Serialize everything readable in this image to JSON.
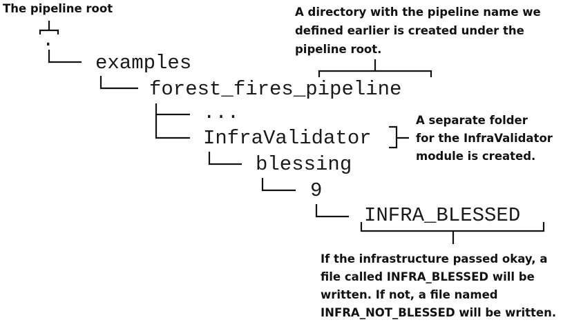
{
  "tree": {
    "root": ".",
    "examples": "examples",
    "pipeline": "forest_fires_pipeline",
    "ellipsis": "...",
    "infravalidator": "InfraValidator",
    "blessing": "blessing",
    "version": "9",
    "blessed_file": "INFRA_BLESSED"
  },
  "annotations": {
    "root": [
      "The pipeline root"
    ],
    "pipeline_dir": [
      "A directory with the pipeline name we",
      "defined earlier is created under the",
      "pipeline root."
    ],
    "infra_folder": [
      "A separate folder",
      "for the InfraValidator",
      "module is created."
    ],
    "blessed": [
      "If the infrastructure passed okay, a",
      "file called INFRA_BLESSED will be",
      "written. If not, a file named",
      "INFRA_NOT_BLESSED will be written."
    ]
  },
  "colors": {
    "ink": "#111111",
    "background": "#ffffff"
  }
}
